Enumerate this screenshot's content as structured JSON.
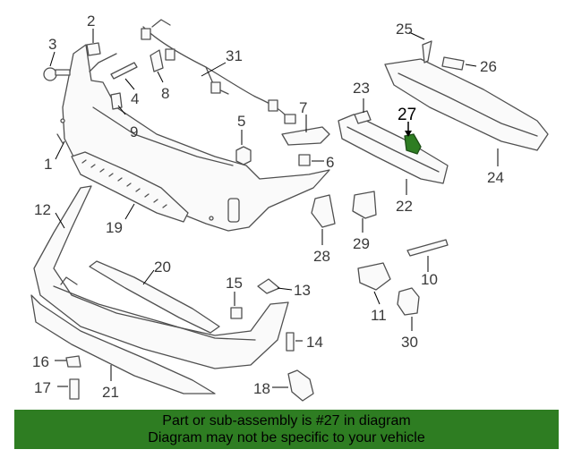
{
  "callouts": {
    "c1": "1",
    "c2": "2",
    "c3": "3",
    "c4": "4",
    "c5": "5",
    "c6": "6",
    "c7": "7",
    "c8": "8",
    "c9": "9",
    "c10": "10",
    "c11": "11",
    "c12": "12",
    "c13": "13",
    "c14": "14",
    "c15": "15",
    "c16": "16",
    "c17": "17",
    "c18": "18",
    "c19": "19",
    "c20": "20",
    "c21": "21",
    "c22": "22",
    "c23": "23",
    "c24": "24",
    "c25": "25",
    "c26": "26",
    "c27": "27",
    "c28": "28",
    "c29": "29",
    "c30": "30",
    "c31": "31"
  },
  "colors": {
    "highlight": "#2e7d22",
    "banner_bg": "#2e7d22"
  },
  "banner": {
    "line1": "Part or sub-assembly is #27 in diagram",
    "line2": "Diagram may not be specific to your vehicle"
  }
}
